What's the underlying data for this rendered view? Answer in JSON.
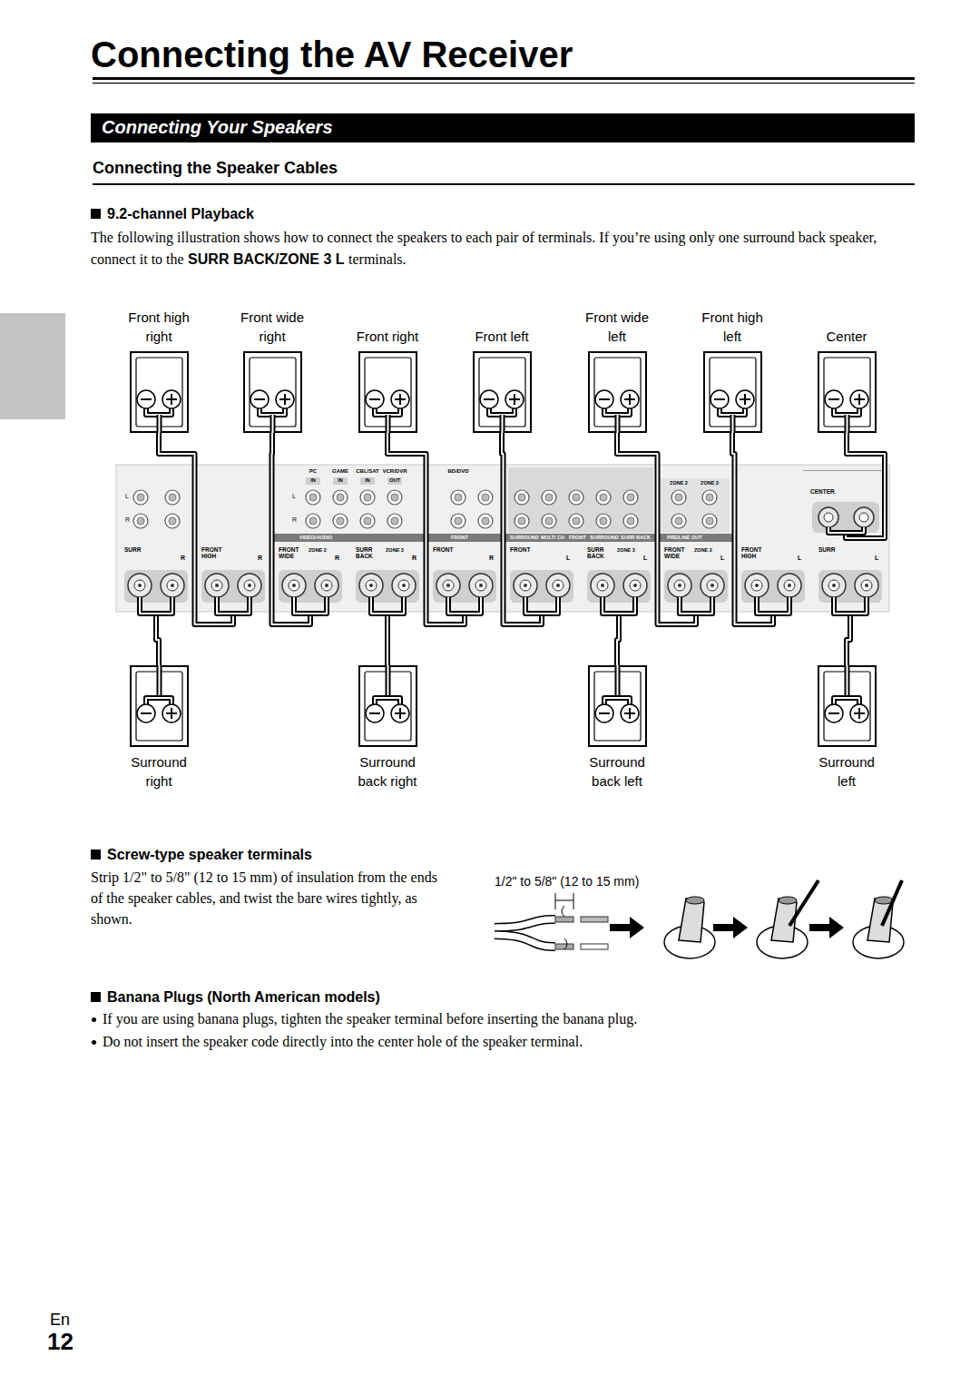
{
  "diagram": {
    "title": "Connecting the AV Receiver",
    "nodes": [
      {
        "text": [
          "Connecting Your Speakers"
        ]
      },
      {
        "text": [
          "Front high right"
        ]
      },
      {
        "text": [
          "Front wide right"
        ]
      },
      {
        "text": [
          "Front right"
        ]
      },
      {
        "text": [
          "Front left"
        ]
      },
      {
        "text": [
          "Front wide left"
        ]
      },
      {
        "text": [
          "Front high left"
        ]
      },
      {
        "text": [
          "Center"
        ]
      },
      {
        "text": [
          "Surround right"
        ]
      },
      {
        "text": [
          "Surround back right"
        ]
      },
      {
        "text": [
          "Surround back left"
        ]
      },
      {
        "text": [
          "Surround left"
        ]
      }
    ],
    "labels": [
      "Connecting the Speaker Cables",
      "9.2-channel Playback",
      "The following illustration shows how to connect the speakers to each pair of terminals. If you’re using only one surround back speaker, connect it to the",
      "SURR BACK/ZONE 3 L",
      "terminals.",
      "Screw-type speaker terminals",
      "Strip 1/2\" to 5/8\" (12 to 15 mm) of insulation from the ends of the speaker cables, and twist the bare wires tightly, as shown.",
      "1/2\" to 5/8\" (12 to 15 mm)",
      "Banana Plugs (North American models)",
      "If you are using banana plugs, tighten the speaker terminal before inserting the banana plug.",
      "Do not insert the speaker code directly into the center hole of the speaker terminal.",
      "En",
      "12",
      "PC",
      "GAME",
      "CBL/SAT",
      "VCR/DVR",
      "BD/DVD",
      "IN",
      "IN",
      "IN",
      "OUT",
      "L",
      "R",
      "L",
      "R",
      "ZONE 2",
      "ZONE 3",
      "CENTER",
      "VIDEO/AUDIO",
      "FRONT",
      "SURROUND",
      "MULTI CH",
      "FRONT",
      "SURROUND",
      "SURR BACK",
      "PRE/LINE OUT",
      "SURR",
      "R",
      "FRONT HIGH",
      "R",
      "FRONT WIDE",
      "ZONE 2",
      "R",
      "SURR BACK",
      "ZONE 3",
      "R",
      "FRONT",
      "R",
      "FRONT",
      "L",
      "SURR BACK",
      "ZONE 3",
      "L",
      "FRONT WIDE",
      "ZONE 2",
      "L",
      "FRONT HIGH",
      "L",
      "SURR",
      "L"
    ]
  }
}
